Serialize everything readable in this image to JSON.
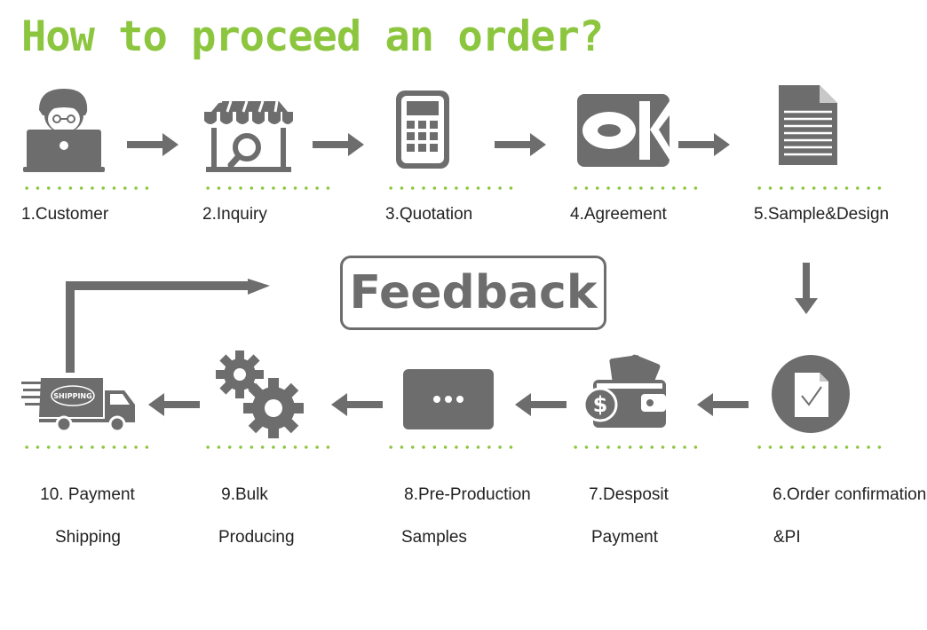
{
  "title": "How to proceed an order?",
  "colors": {
    "title": "#8cc63f",
    "icon": "#6d6d6d",
    "dots": "#8cc63f"
  },
  "feedback": "Feedback",
  "steps": [
    {
      "label": "1.Customer",
      "line2": "",
      "icon": "customer-laptop-icon"
    },
    {
      "label": "2.Inquiry",
      "line2": "",
      "icon": "shop-search-icon"
    },
    {
      "label": "3.Quotation",
      "line2": "",
      "icon": "calculator-icon"
    },
    {
      "label": "4.Agreement",
      "line2": "",
      "icon": "ok-icon"
    },
    {
      "label": "5.Sample&Design",
      "line2": "",
      "icon": "document-icon"
    },
    {
      "label": "6.Order confirmation",
      "line2": "&PI",
      "icon": "order-confirm-icon"
    },
    {
      "label": "7.Desposit",
      "line2": "Payment",
      "icon": "wallet-icon"
    },
    {
      "label": "8.Pre-Production",
      "line2": "Samples",
      "icon": "chat-bubble-icon"
    },
    {
      "label": "9.Bulk",
      "line2": "Producing",
      "icon": "gears-icon"
    },
    {
      "label": "10. Payment",
      "line2": "Shipping",
      "icon": "shipping-truck-icon"
    }
  ],
  "truck_text": "SHIPPING"
}
